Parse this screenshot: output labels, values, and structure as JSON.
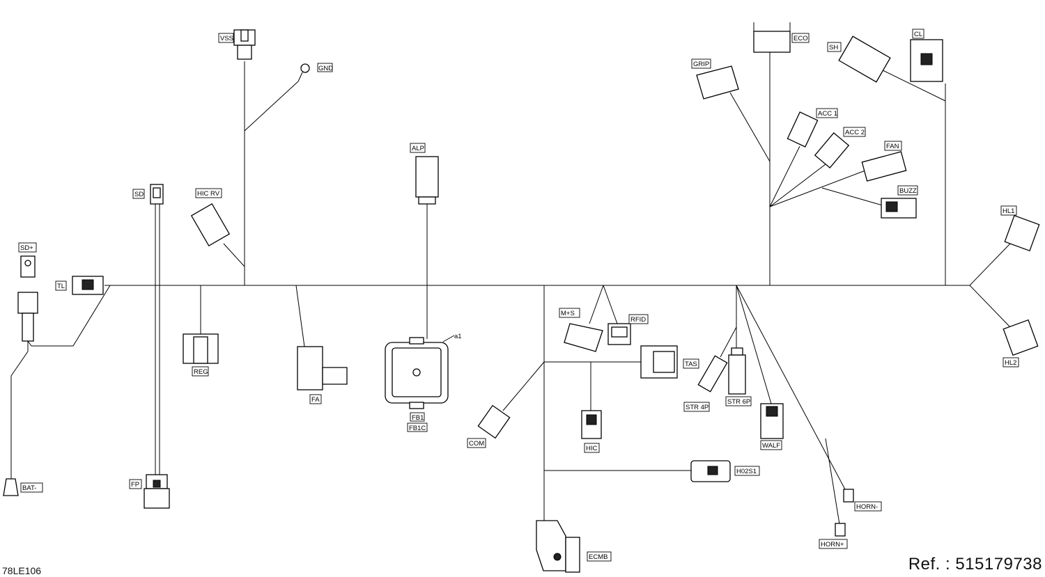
{
  "connectors": {
    "vss": "VSS",
    "gnd": "GND",
    "sd": "SD",
    "hic_rv": "HIC RV",
    "alp": "ALP",
    "sd_plus": "SD+",
    "tl": "TL",
    "reg": "REG",
    "fa": "FA",
    "a1": "a1",
    "fb1": "FB1",
    "fb1c": "FB1C",
    "com": "COM",
    "fp": "FP",
    "bat_minus": "BAT-",
    "m_s": "M+S",
    "rfid": "RFID",
    "tas": "TAS",
    "hic": "HIC",
    "str4p": "STR 4P",
    "str6p": "STR 6P",
    "walf": "WALF",
    "h02s1": "H02S1",
    "ecmb": "ECMB",
    "horn_minus": "HORN-",
    "horn_plus": "HORN+",
    "eco": "ECO",
    "grip": "GRIP",
    "sh": "SH",
    "cl": "CL",
    "acc1": "ACC 1",
    "acc2": "ACC 2",
    "fan": "FAN",
    "buzz": "BUZZ",
    "hl1": "HL1",
    "hl2": "HL2"
  },
  "footer": {
    "figure_id": "78LE106",
    "ref_label": "Ref. :",
    "ref_number": "515179738"
  }
}
